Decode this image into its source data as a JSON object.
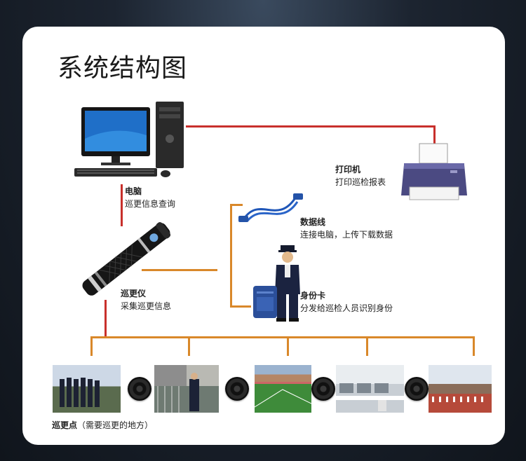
{
  "title": "系统结构图",
  "nodes": {
    "computer": {
      "name": "电脑",
      "desc": "巡更信息查询"
    },
    "printer": {
      "name": "打印机",
      "desc": "打印巡检报表"
    },
    "cable": {
      "name": "数据线",
      "desc": "连接电脑，上传下载数据"
    },
    "patrol_device": {
      "name": "巡更仪",
      "desc": "采集巡更信息"
    },
    "id_card": {
      "name": "身份卡",
      "desc": "分发给巡检人员识别身份"
    }
  },
  "checkpoints": {
    "label_bold": "巡更点",
    "label_rest": "（需要巡更的地方）"
  },
  "colors": {
    "red_line": "#c8302c",
    "orange_line": "#d9882a"
  }
}
